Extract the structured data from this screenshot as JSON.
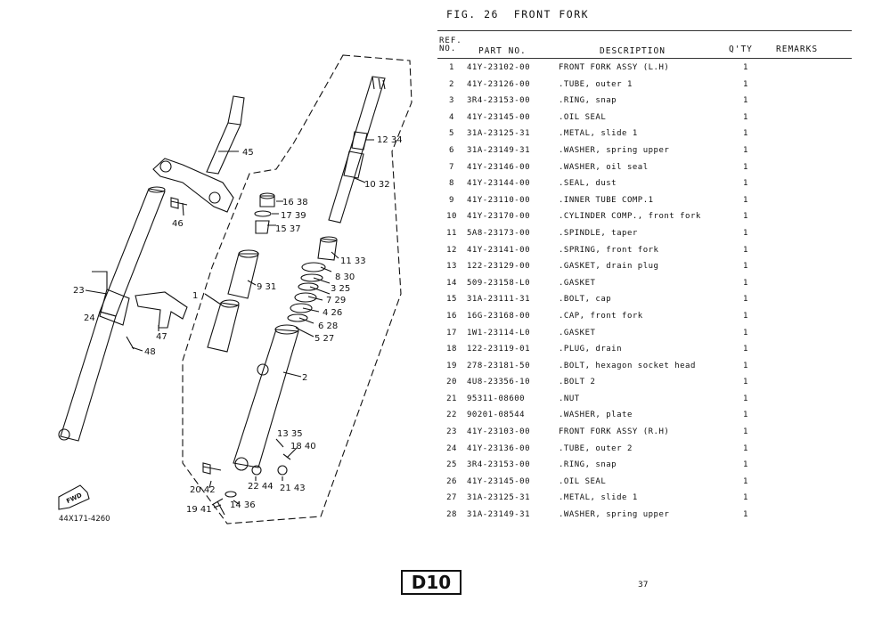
{
  "figure_title": "FIG. 26  FRONT FORK",
  "headers": {
    "ref": "REF.\nNO.",
    "part": "PART NO.",
    "desc": "DESCRIPTION",
    "qty": "Q'TY",
    "remarks": "REMARKS"
  },
  "parts": [
    {
      "ref": "1",
      "part": "41Y-23102-00",
      "desc": "FRONT FORK ASSY (L.H)",
      "qty": "1"
    },
    {
      "ref": "2",
      "part": "41Y-23126-00",
      "desc": ".TUBE, outer 1",
      "qty": "1"
    },
    {
      "ref": "3",
      "part": "3R4-23153-00",
      "desc": ".RING, snap",
      "qty": "1"
    },
    {
      "ref": "4",
      "part": "41Y-23145-00",
      "desc": ".OIL SEAL",
      "qty": "1"
    },
    {
      "ref": "5",
      "part": "31A-23125-31",
      "desc": ".METAL, slide 1",
      "qty": "1"
    },
    {
      "ref": "6",
      "part": "31A-23149-31",
      "desc": ".WASHER, spring upper",
      "qty": "1"
    },
    {
      "ref": "7",
      "part": "41Y-23146-00",
      "desc": ".WASHER, oil seal",
      "qty": "1"
    },
    {
      "ref": "8",
      "part": "41Y-23144-00",
      "desc": ".SEAL, dust",
      "qty": "1"
    },
    {
      "ref": "9",
      "part": "41Y-23110-00",
      "desc": ".INNER TUBE COMP.1",
      "qty": "1"
    },
    {
      "ref": "10",
      "part": "41Y-23170-00",
      "desc": ".CYLINDER COMP., front fork",
      "qty": "1"
    },
    {
      "ref": "11",
      "part": "5A8-23173-00",
      "desc": ".SPINDLE, taper",
      "qty": "1"
    },
    {
      "ref": "12",
      "part": "41Y-23141-00",
      "desc": ".SPRING, front fork",
      "qty": "1"
    },
    {
      "ref": "13",
      "part": "122-23129-00",
      "desc": ".GASKET, drain plug",
      "qty": "1"
    },
    {
      "ref": "14",
      "part": "509-23158-L0",
      "desc": ".GASKET",
      "qty": "1"
    },
    {
      "ref": "15",
      "part": "31A-23111-31",
      "desc": ".BOLT, cap",
      "qty": "1"
    },
    {
      "ref": "16",
      "part": "16G-23168-00",
      "desc": ".CAP, front fork",
      "qty": "1"
    },
    {
      "ref": "17",
      "part": "1W1-23114-L0",
      "desc": ".GASKET",
      "qty": "1"
    },
    {
      "ref": "18",
      "part": "122-23119-01",
      "desc": ".PLUG, drain",
      "qty": "1"
    },
    {
      "ref": "19",
      "part": "278-23181-50",
      "desc": ".BOLT, hexagon socket head",
      "qty": "1"
    },
    {
      "ref": "20",
      "part": "4U8-23356-10",
      "desc": ".BOLT 2",
      "qty": "1"
    },
    {
      "ref": "21",
      "part": "95311-08600",
      "desc": ".NUT",
      "qty": "1"
    },
    {
      "ref": "22",
      "part": "90201-08544",
      "desc": ".WASHER, plate",
      "qty": "1"
    },
    {
      "ref": "23",
      "part": "41Y-23103-00",
      "desc": "FRONT FORK ASSY (R.H)",
      "qty": "1"
    },
    {
      "ref": "24",
      "part": "41Y-23136-00",
      "desc": ".TUBE, outer 2",
      "qty": "1"
    },
    {
      "ref": "25",
      "part": "3R4-23153-00",
      "desc": ".RING, snap",
      "qty": "1"
    },
    {
      "ref": "26",
      "part": "41Y-23145-00",
      "desc": ".OIL SEAL",
      "qty": "1"
    },
    {
      "ref": "27",
      "part": "31A-23125-31",
      "desc": ".METAL, slide 1",
      "qty": "1"
    },
    {
      "ref": "28",
      "part": "31A-23149-31",
      "desc": ".WASHER, spring upper",
      "qty": "1"
    }
  ],
  "callouts": [
    "45",
    "46",
    "16 38",
    "17 39",
    "15 37",
    "12 34",
    "10 32",
    "11 33",
    "8 30",
    "3 25",
    "7 29",
    "4 26",
    "6 28",
    "5 27",
    "9 31",
    "1",
    "2",
    "23",
    "24",
    "47",
    "48",
    "13 35",
    "18 40",
    "20 42",
    "22 44",
    "21 43",
    "19 41",
    "14 36"
  ],
  "diagram_code": "44X171-4260",
  "fwd_label": "FWD",
  "section_code": "D10",
  "page_number": "37"
}
